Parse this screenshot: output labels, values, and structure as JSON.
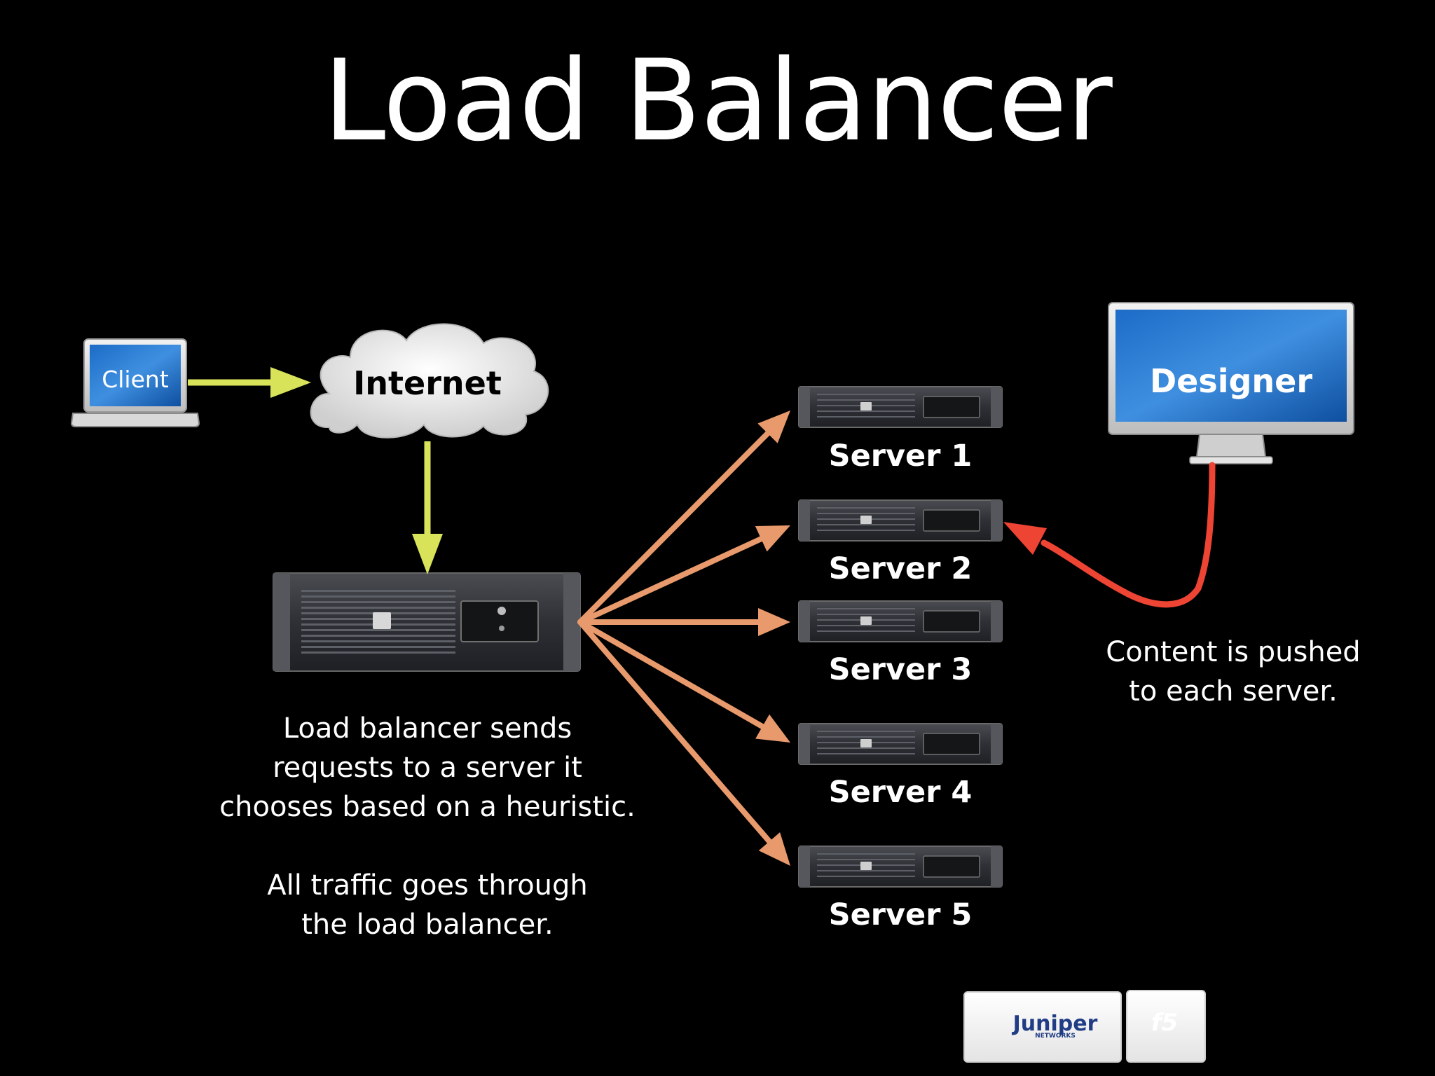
{
  "title": "Load Balancer",
  "nodes": {
    "client": "Client",
    "internet": "Internet",
    "designer": "Designer"
  },
  "servers": [
    "Server 1",
    "Server 2",
    "Server 3",
    "Server 4",
    "Server 5"
  ],
  "captions": {
    "load_balancer": "Load balancer sends\nrequests to a server it\nchooses based on a heuristic.\n\nAll traffic goes through\nthe load balancer.",
    "designer": "Content is pushed\nto each server."
  },
  "logos": {
    "juniper": "Juniper",
    "juniper_sub": "NETWORKS",
    "f5": "f5"
  },
  "colors": {
    "background": "#000000",
    "client_flow_arrow": "#d8e35a",
    "server_arrow": "#e99a6c",
    "push_arrow": "#ee4433"
  }
}
